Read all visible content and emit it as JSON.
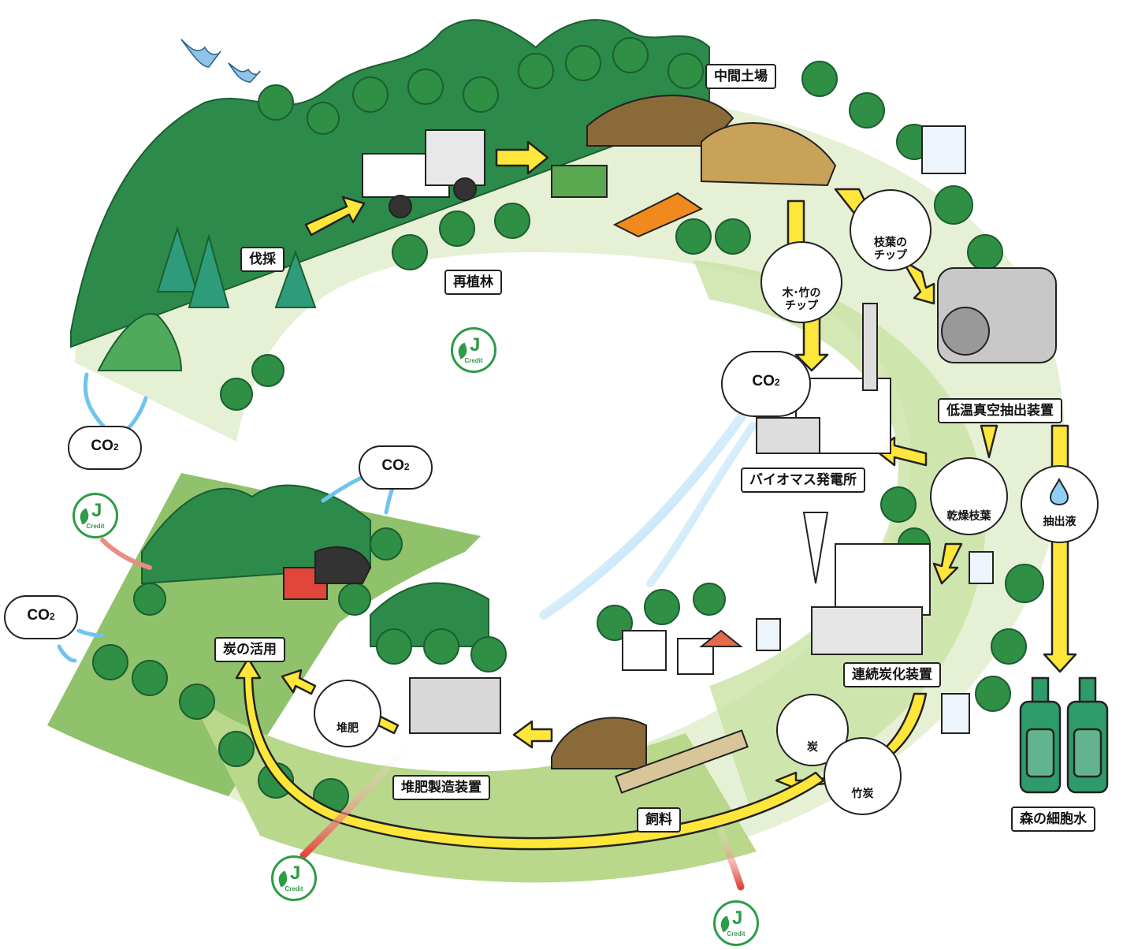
{
  "labels": {
    "felling": "伐採",
    "replanting": "再植林",
    "intermediate_yard": "中間土場",
    "extraction_device": "低温真空抽出装置",
    "biomass_plant": "バイオマス発電所",
    "carbonization_device": "連続炭化装置",
    "charcoal_use": "炭の活用",
    "compost_device": "堆肥製造装置",
    "feed": "飼料",
    "forest_cell_water": "森の細胞水"
  },
  "bubbles": {
    "wood_bamboo_chips": "木･竹の\nチップ",
    "branch_leaf_chips": "枝葉の\nチップ",
    "dried_leaves": "乾燥枝葉",
    "extract_liquid": "抽出液",
    "charcoal": "炭",
    "bamboo_charcoal": "竹炭",
    "compost": "堆肥"
  },
  "co2": {
    "text": "CO",
    "sub": "2"
  },
  "credit": {
    "letter": "J",
    "text": "Credit"
  },
  "colors": {
    "light_green": "#e6f0d4",
    "mid_green": "#b9d88c",
    "dark_green": "#8fc26a",
    "tree_green": "#2f8f45",
    "mountain_green": "#2c8a4a",
    "arrow_yellow": "#ffe63a",
    "co2_blue": "#6ec4ee",
    "credit_red": "#e2463a",
    "credit_green": "#2e9b47"
  }
}
